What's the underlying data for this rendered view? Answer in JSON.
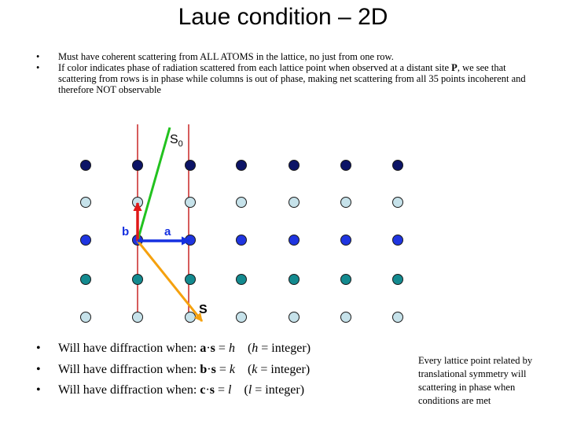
{
  "slide": {
    "title": "Laue condition – 2D",
    "bullet_marker": "•",
    "top_bullets": [
      {
        "text": "Must have coherent scattering from ALL ATOMS in the lattice, no just from one row."
      },
      {
        "pre": "If color indicates phase of radiation scattered from each lattice point when observed at a distant site ",
        "bold": "P",
        "post": ", we see that scattering from rows is in phase while columns is out of phase, making net scattering from all 35 points incoherent and therefore NOT observable"
      }
    ]
  },
  "diagram": {
    "row_colors": [
      "#0c1466",
      "#c6e2ea",
      "#1f35e0",
      "#138a8f",
      "#c6e2ea"
    ],
    "dot_stroke": "#1a1a1a",
    "column_line_color": "#cc3333",
    "vector_colors": {
      "a": "#1530e0",
      "b": "#e01818",
      "s0": "#22c21f",
      "s": "#f5a10e"
    },
    "labels": {
      "s0_main": "S",
      "s0_sub": "0",
      "s": "S",
      "a": "a",
      "b": "b"
    }
  },
  "conditions": {
    "intro": "Will have diffraction when: ",
    "dot_op": "·",
    "equals": " = ",
    "items": [
      {
        "vec": "a",
        "var": "s",
        "idx": "h",
        "tail": " = integer)"
      },
      {
        "vec": "b",
        "var": "s",
        "idx": "k",
        "tail": " = integer)"
      },
      {
        "vec": "c",
        "var": "s",
        "idx": "l",
        "tail": " = integer)"
      }
    ]
  },
  "note": {
    "text": "Every lattice point related by translational symmetry will scattering in phase when conditions are met"
  }
}
